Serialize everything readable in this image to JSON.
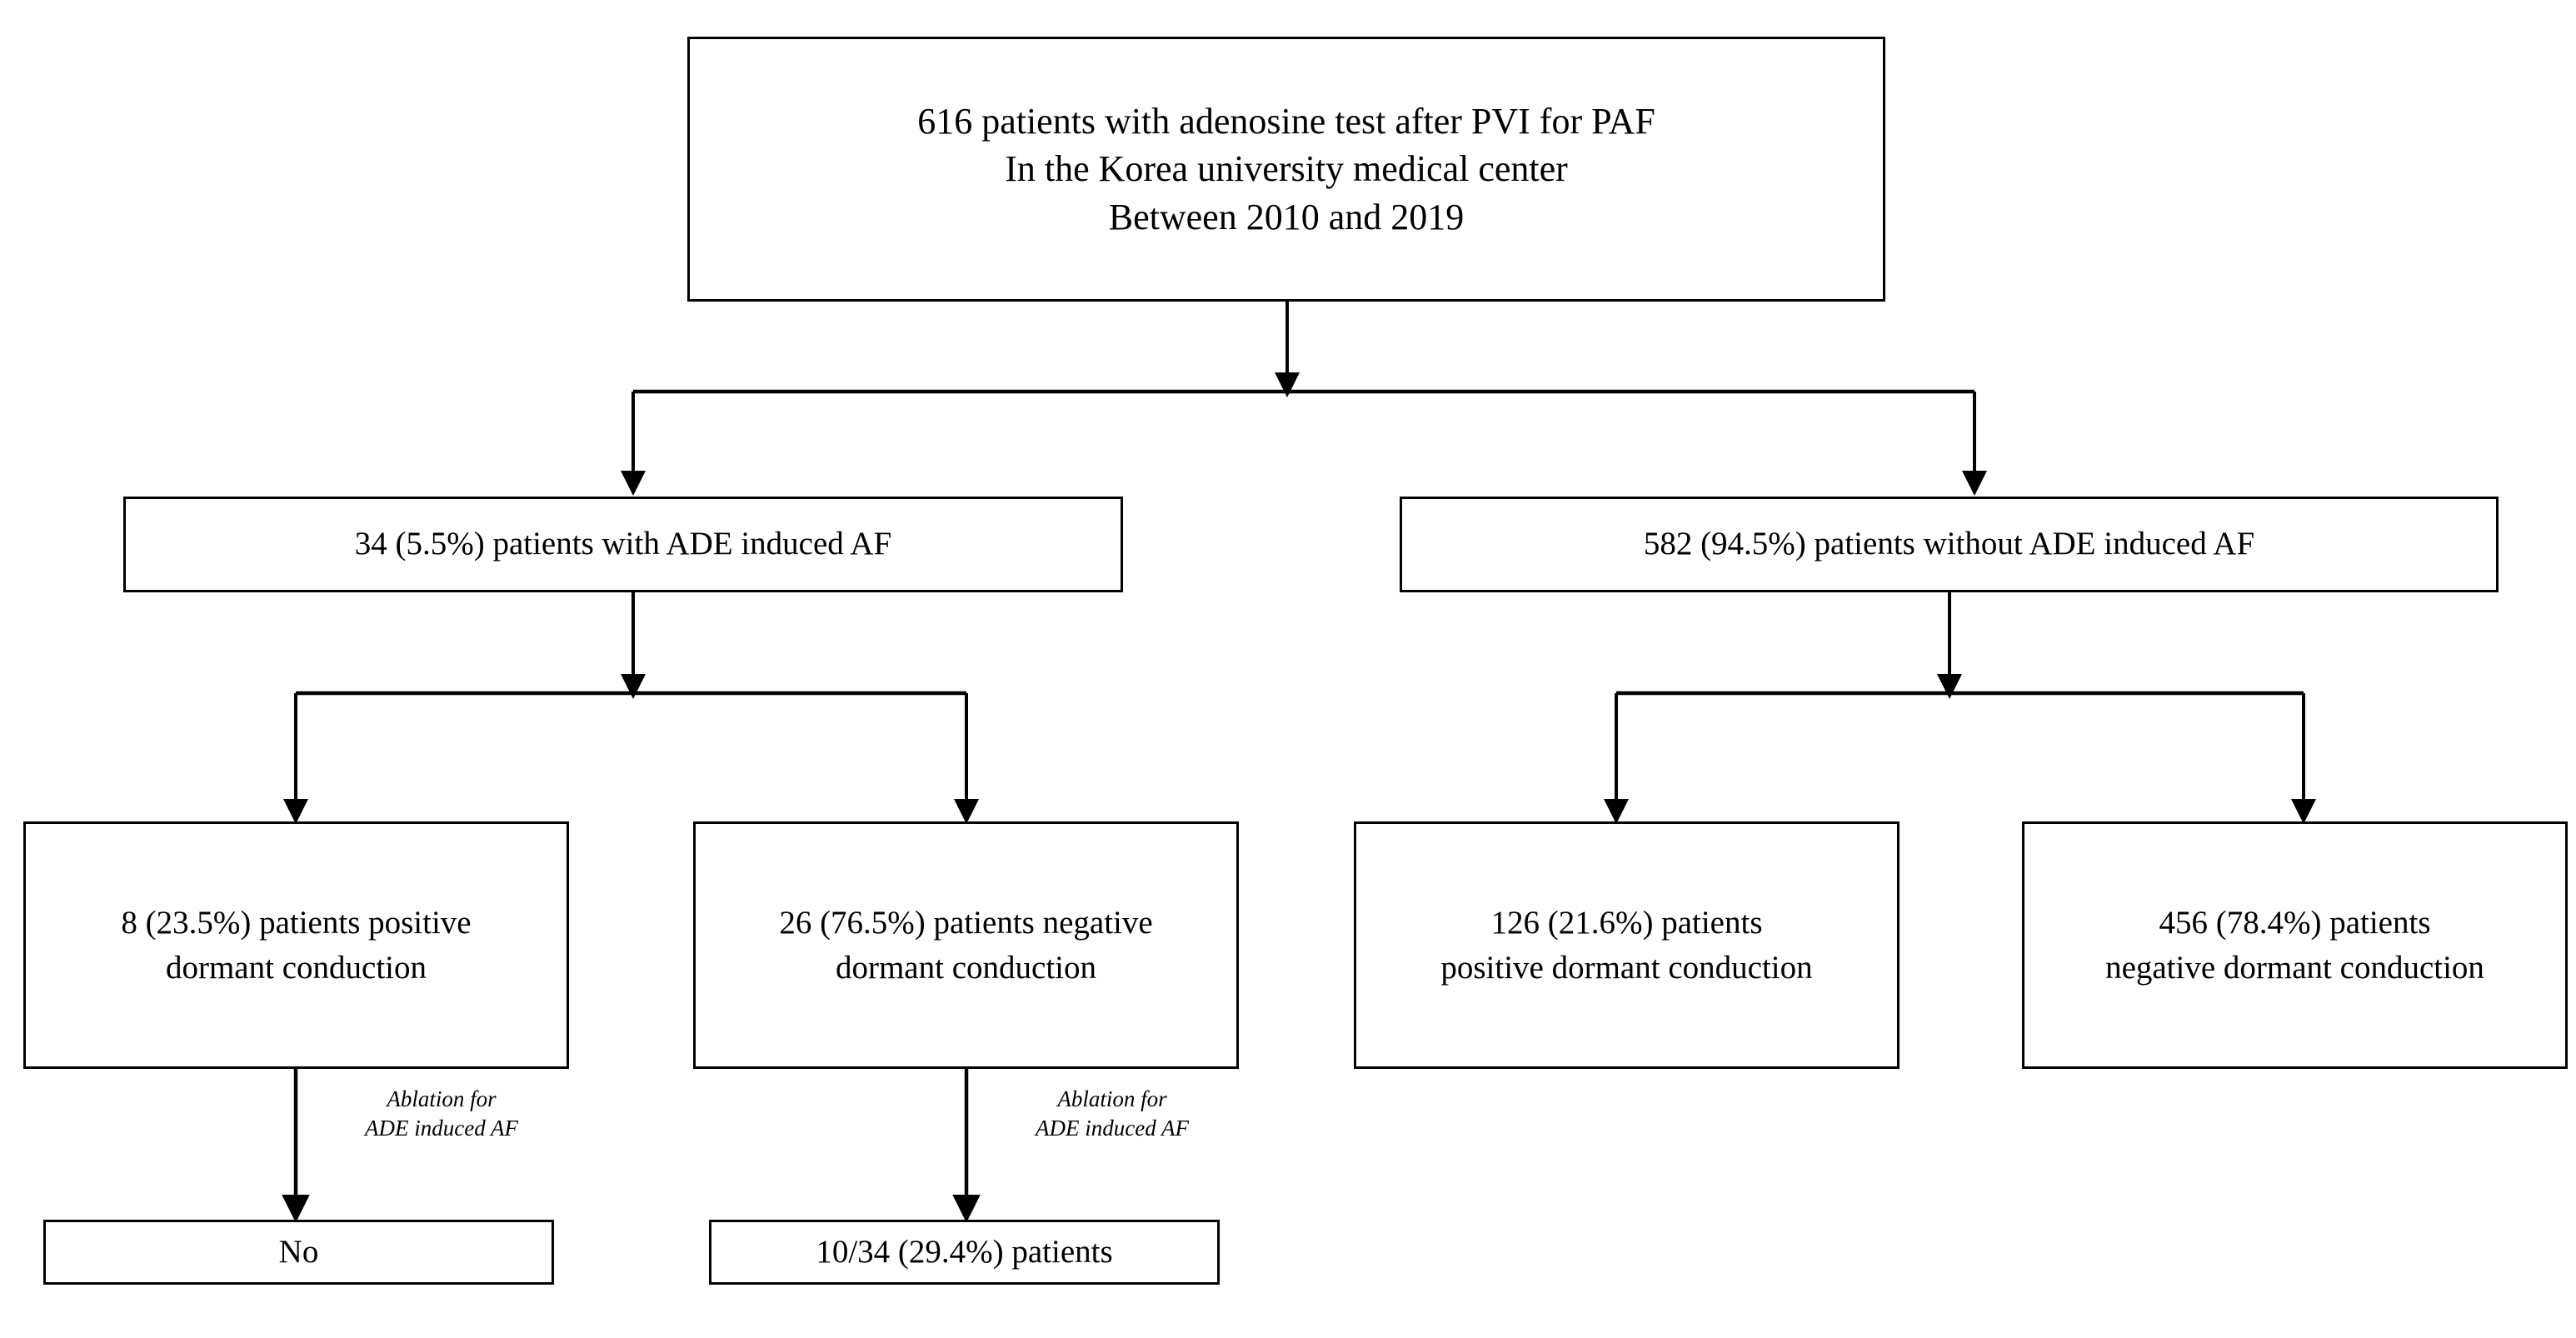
{
  "diagram": {
    "title_text": "",
    "type": "flowchart",
    "stroke_color": "#000000",
    "background_color": "#ffffff",
    "nodes": [
      {
        "id": "root",
        "name": "root-cohort-box",
        "text": "616 patients with adenosine test after PVI for PAF\nIn the Korea university medical center\nBetween 2010 and 2019",
        "count": 616
      },
      {
        "id": "ade-positive",
        "name": "ade-induced-af-box",
        "text": "34 (5.5%) patients  with ADE induced AF",
        "count": 34,
        "percent": "5.5%"
      },
      {
        "id": "ade-negative",
        "name": "no-ade-induced-af-box",
        "text": "582 (94.5%) patients  without ADE induced AF",
        "count": 582,
        "percent": "94.5%"
      },
      {
        "id": "ade-pos-dormant-pos",
        "name": "ade-positive-dormant-positive-box",
        "text": "8 (23.5%) patients  positive\ndormant  conduction",
        "count": 8,
        "percent": "23.5%"
      },
      {
        "id": "ade-pos-dormant-neg",
        "name": "ade-positive-dormant-negative-box",
        "text": "26 (76.5%) patients  negative\ndormant  conduction",
        "count": 26,
        "percent": "76.5%"
      },
      {
        "id": "ade-neg-dormant-pos",
        "name": "no-ade-dormant-positive-box",
        "text": "126 (21.6%) patients\npositive dormant  conduction",
        "count": 126,
        "percent": "21.6%"
      },
      {
        "id": "ade-neg-dormant-neg",
        "name": "no-ade-dormant-negative-box",
        "text": "456 (78.4%) patients\nnegative  dormant conduction",
        "count": 456,
        "percent": "78.4%"
      },
      {
        "id": "outcome-left",
        "name": "outcome-no-box",
        "text": "No"
      },
      {
        "id": "outcome-right",
        "name": "outcome-ablation-count-box",
        "text": "10/34 (29.4%) patients",
        "count": 10,
        "denominator": 34,
        "percent": "29.4%"
      }
    ],
    "edge_labels": [
      {
        "id": "ablation-label-left",
        "name": "ablation-annotation-left",
        "text": "Ablation for\nADE induced AF"
      },
      {
        "id": "ablation-label-right",
        "name": "ablation-annotation-right",
        "text": "Ablation for\nADE induced AF"
      }
    ]
  }
}
